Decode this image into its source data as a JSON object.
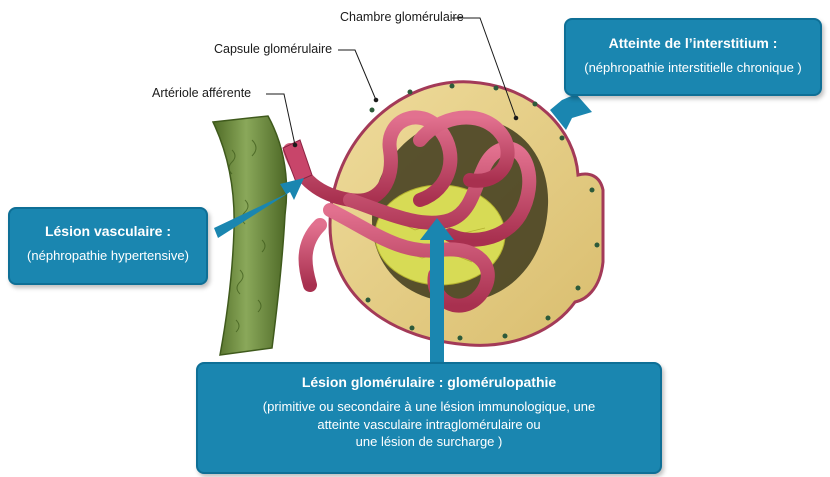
{
  "labels": {
    "chambre": "Chambre glomérulaire",
    "capsule": "Capsule glomérulaire",
    "arteriole": "Artériole afférente"
  },
  "boxes": {
    "interstitium": {
      "title": "Atteinte de l’interstitium :",
      "sub": "(néphropathie interstitielle chronique )"
    },
    "vasculaire": {
      "title": "Lésion vasculaire :",
      "sub": "(néphropathie hypertensive)"
    },
    "glomerulaire": {
      "title": "Lésion glomérulaire : glomérulopathie",
      "sub_line1": "(primitive ou secondaire à une lésion immunologique, une",
      "sub_line2": "atteinte vasculaire intraglomérulaire ou",
      "sub_line3": "une lésion de surcharge )"
    }
  },
  "colors": {
    "box_fill": "#1a86b0",
    "arrow": "#1a86b0",
    "vessel_green": "#6b8a3a",
    "capillary_red": "#c8456a",
    "capsule_fill": "#e6cf86",
    "mesangium_yellow": "#d7db55"
  }
}
